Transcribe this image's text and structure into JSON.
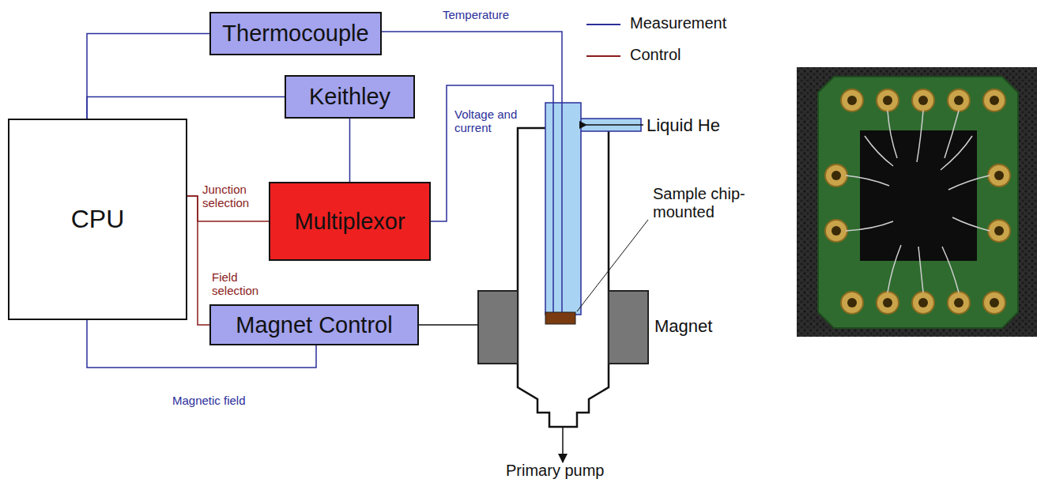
{
  "diagram": {
    "nodes": [
      {
        "text": [
          "Thermocouple"
        ]
      },
      {
        "text": [
          "Keithley"
        ]
      },
      {
        "text": [
          "CPU"
        ]
      },
      {
        "text": [
          "Multiplexor"
        ]
      },
      {
        "text": [
          "Magnet Control"
        ]
      }
    ],
    "edges": [
      {
        "from": 2,
        "to": 0,
        "arrow": "none"
      },
      {
        "from": 2,
        "to": 1,
        "arrow": "none"
      },
      {
        "from": 1,
        "to": 3,
        "arrow": "none"
      },
      {
        "from": 2,
        "to": 3,
        "label": "Junction selection",
        "arrow": "none"
      },
      {
        "from": 2,
        "to": 4,
        "label": "Field selection",
        "arrow": "none"
      },
      {
        "from": 4,
        "to": 2,
        "label": "Magnetic field",
        "arrow": "none"
      }
    ],
    "labels": [
      "Temperature",
      "Voltage and current",
      "Liquid He",
      "Sample chip-mounted",
      "Magnet",
      "Primary pump"
    ],
    "legend": [
      {
        "text": "Measurement"
      },
      {
        "text": "Control"
      }
    ]
  }
}
